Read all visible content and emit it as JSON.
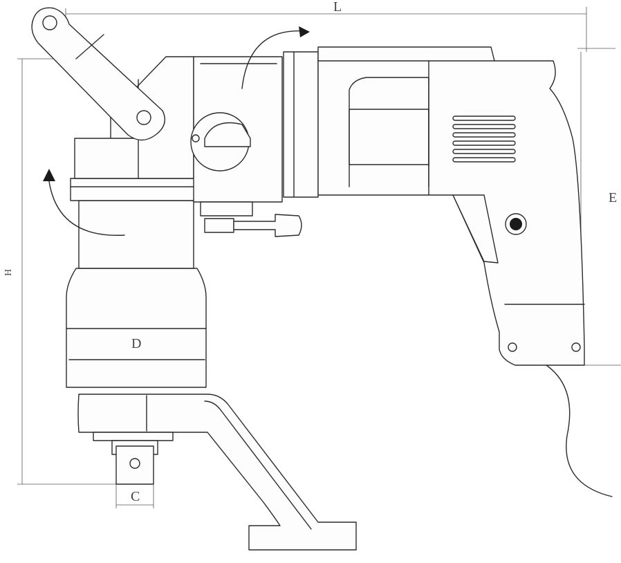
{
  "dimension_labels": {
    "L": "L",
    "E": "E",
    "H": "H",
    "D": "D",
    "C": "C"
  }
}
